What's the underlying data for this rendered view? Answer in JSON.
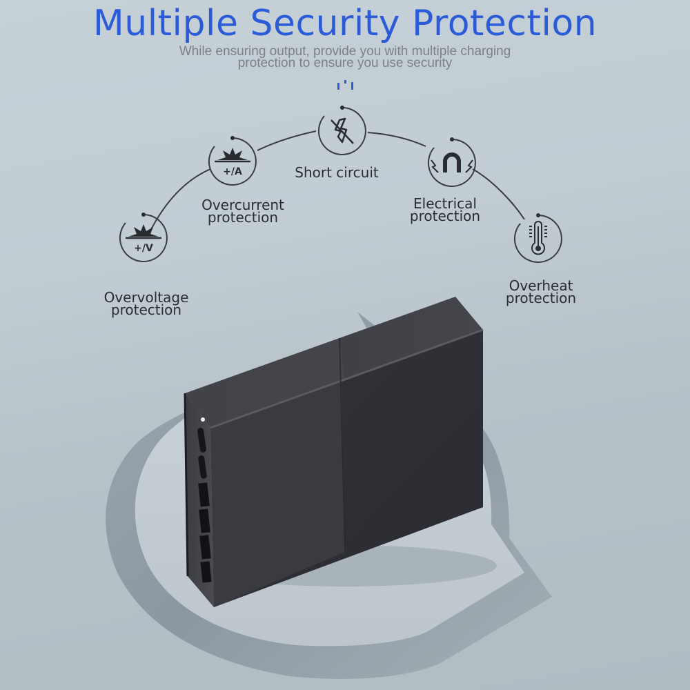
{
  "header": {
    "title": "Multiple Security Protection",
    "subtitle_line1": "While ensuring output, provide you with multiple charging",
    "subtitle_line2": "protection to ensure you use security"
  },
  "colors": {
    "title_blue": "#2b5bd6",
    "subtitle_gray": "#7b8185",
    "label_dark": "#2a2d30",
    "background": "#c1ccd3",
    "device_black": "#2e2f33"
  },
  "features": [
    {
      "id": "overvoltage",
      "icon": "overvoltage-icon",
      "icon_text": "+/V",
      "label_line1": "Overvoltage",
      "label_line2": "protection"
    },
    {
      "id": "overcurrent",
      "icon": "overcurrent-icon",
      "icon_text": "+/A",
      "label_line1": "Overcurrent",
      "label_line2": "protection"
    },
    {
      "id": "short-circuit",
      "icon": "short-circuit-icon",
      "label_line1": "Short circuit",
      "label_line2": ""
    },
    {
      "id": "electrical",
      "icon": "magnet-icon",
      "label_line1": "Electrical",
      "label_line2": "protection"
    },
    {
      "id": "overheat",
      "icon": "thermometer-icon",
      "label_line1": "Overheat",
      "label_line2": "protection"
    }
  ],
  "device": {
    "name": "multi-port USB charger",
    "ports": [
      "USB-C",
      "USB-C",
      "USB-A",
      "USB-A",
      "USB-A",
      "USB-A"
    ]
  }
}
